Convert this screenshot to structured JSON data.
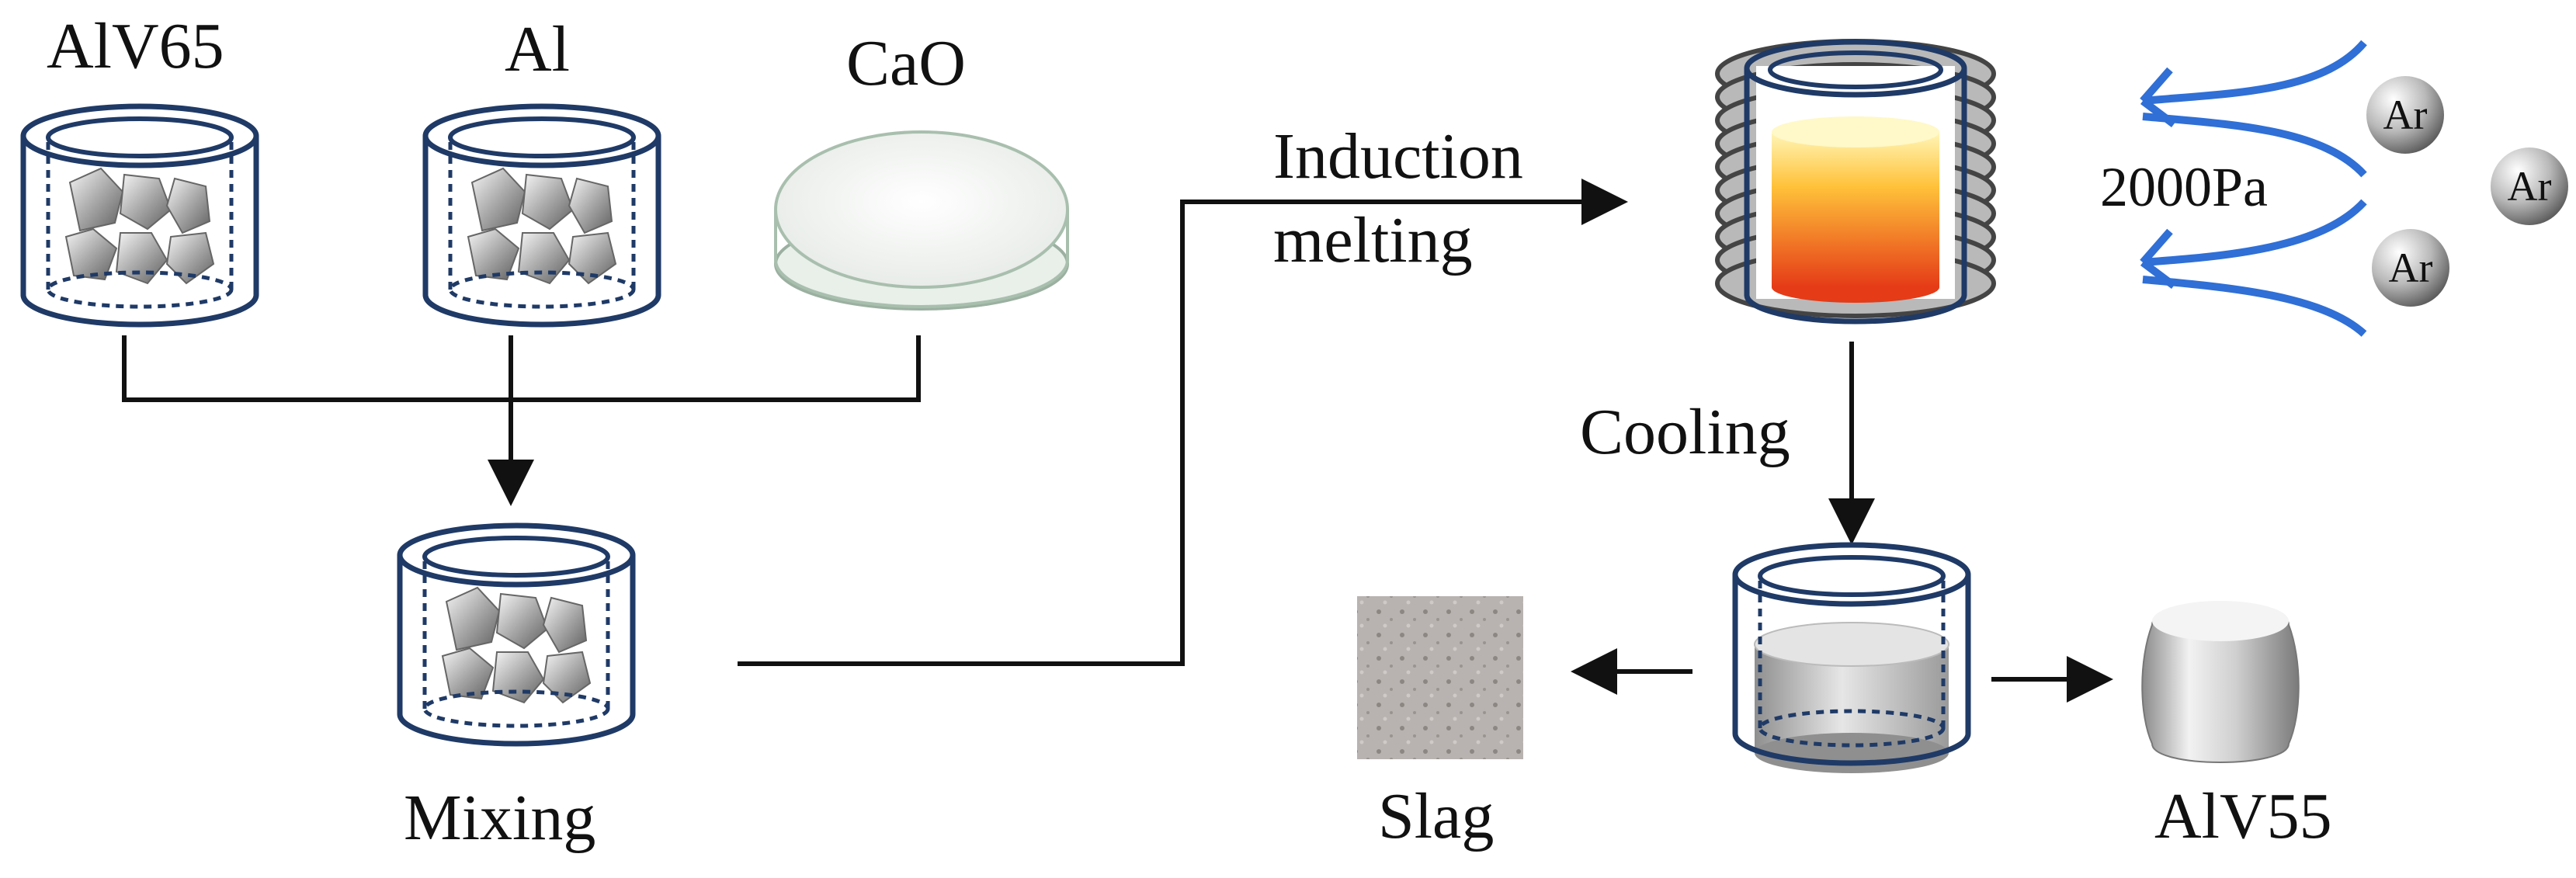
{
  "labels": {
    "alv65": "AlV65",
    "al": "Al",
    "cao": "CaO",
    "mixing": "Mixing",
    "induction_line1": "Induction",
    "induction_line2": "melting",
    "cooling": "Cooling",
    "pressure": "2000Pa",
    "argon": "Ar",
    "slag": "Slag",
    "alv55": "AlV55"
  },
  "colors": {
    "crucible_outline": "#1f3a66",
    "arrow_line": "#111111",
    "gas_arrow": "#2f6fd6",
    "melt_top": "#fff3a0",
    "melt_bottom": "#e8401a",
    "coil": "#7d7d7d"
  },
  "icons": [
    "crucible-icon",
    "metal-chunks-icon",
    "powder-dish-icon",
    "induction-coil-icon",
    "argon-atom-icon",
    "ingot-icon",
    "slag-sample-icon"
  ]
}
